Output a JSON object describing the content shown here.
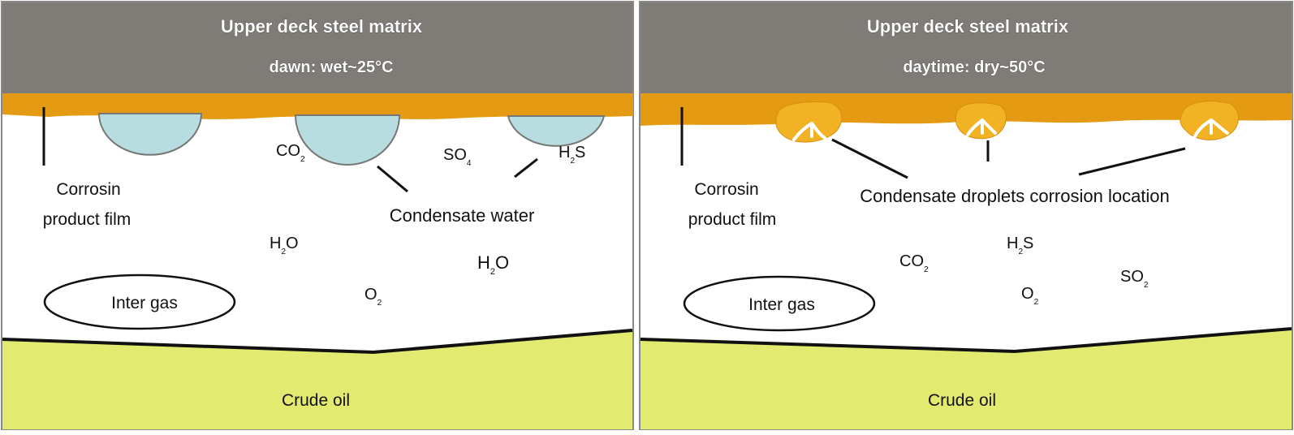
{
  "left_panel": {
    "deck_title": "Upper deck steel matrix",
    "condition": "dawn: wet~25°C",
    "film_label": [
      "Corrosin",
      "product film"
    ],
    "water_label": "Condensate water",
    "species": [
      {
        "base": "CO",
        "sub": "2"
      },
      {
        "base": "SO",
        "sub": "4"
      },
      {
        "base": "H",
        "sub": "2",
        "rest": "S"
      },
      {
        "base": "H",
        "sub": "2",
        "rest": "O"
      },
      {
        "base": "H",
        "sub": "2",
        "rest": "O"
      },
      {
        "base": "O",
        "sub": "2"
      }
    ],
    "gas_label": "Inter gas",
    "oil_label": "Crude oil"
  },
  "right_panel": {
    "deck_title": "Upper deck steel matrix",
    "condition": "daytime: dry~50°C",
    "film_label": [
      "Corrosin",
      "product film"
    ],
    "droplet_label": "Condensate droplets corrosion location",
    "species": [
      {
        "base": "H",
        "sub": "2",
        "rest": "S"
      },
      {
        "base": "CO",
        "sub": "2"
      },
      {
        "base": "SO",
        "sub": "2"
      },
      {
        "base": "O",
        "sub": "2"
      }
    ],
    "gas_label": "Inter gas",
    "oil_label": "Crude oil"
  },
  "colors": {
    "steel": "#7f7c78",
    "corrosion_film": "#e49a12",
    "droplet": "#b7dde0",
    "pit": "#f1b324",
    "crude_oil": "#e3ea70"
  }
}
